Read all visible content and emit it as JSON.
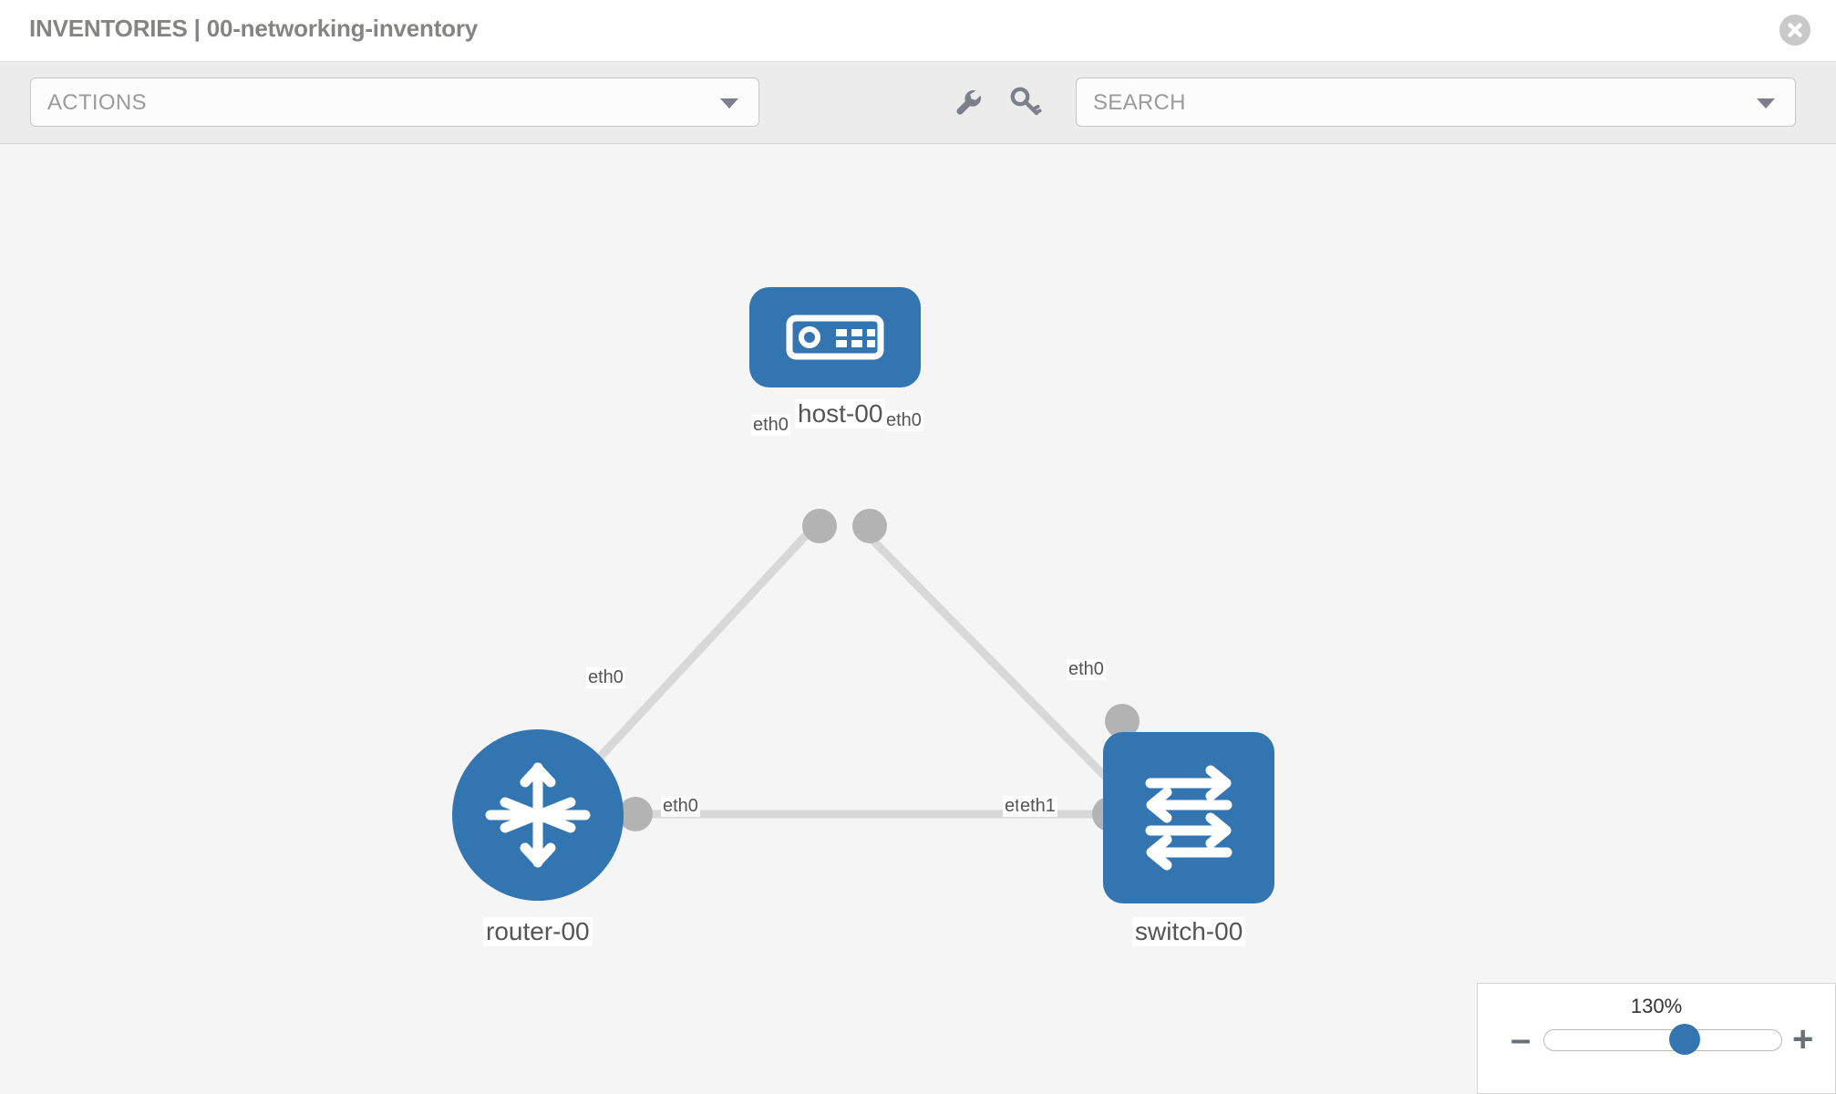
{
  "header": {
    "title": "INVENTORIES | 00-networking-inventory",
    "close_icon": "close-circle-icon"
  },
  "toolbar": {
    "actions_label": "ACTIONS",
    "actions_caret_icon": "chevron-down-icon",
    "wrench_icon": "wrench-icon",
    "key_icon": "key-icon",
    "search_placeholder": "SEARCH",
    "search_caret_icon": "chevron-down-icon"
  },
  "topology": {
    "nodes": [
      {
        "id": "host-00",
        "label": "host-00",
        "icon": "server-icon",
        "shape": "rounded-square",
        "color": "#3275b1"
      },
      {
        "id": "router-00",
        "label": "router-00",
        "icon": "router-arrows-icon",
        "shape": "circle",
        "color": "#3275b1"
      },
      {
        "id": "switch-00",
        "label": "switch-00",
        "icon": "switch-arrows-icon",
        "shape": "rounded-square",
        "color": "#3275b1"
      }
    ],
    "edges": [
      {
        "from": "host-00",
        "to": "router-00",
        "from_label": "eth0",
        "to_label": "eth0"
      },
      {
        "from": "host-00",
        "to": "switch-00",
        "from_label": "eth0",
        "to_label": "eth0"
      },
      {
        "from": "router-00",
        "to": "switch-00",
        "from_label": "eth0",
        "to_label": "eth0"
      }
    ],
    "edge_labels": {
      "host_left": "eth0",
      "host_right": "eth0",
      "router_up": "eth0",
      "switch_up": "eth0",
      "router_right": "eth0",
      "switch_left_a": "eth0",
      "switch_left_b": "eth1"
    },
    "link_color": "#d8d8d8",
    "connector_color": "#b3b3b3"
  },
  "zoom_control": {
    "value": "130%",
    "minus_label": "–",
    "plus_label": "+",
    "slider_percent": 60
  }
}
